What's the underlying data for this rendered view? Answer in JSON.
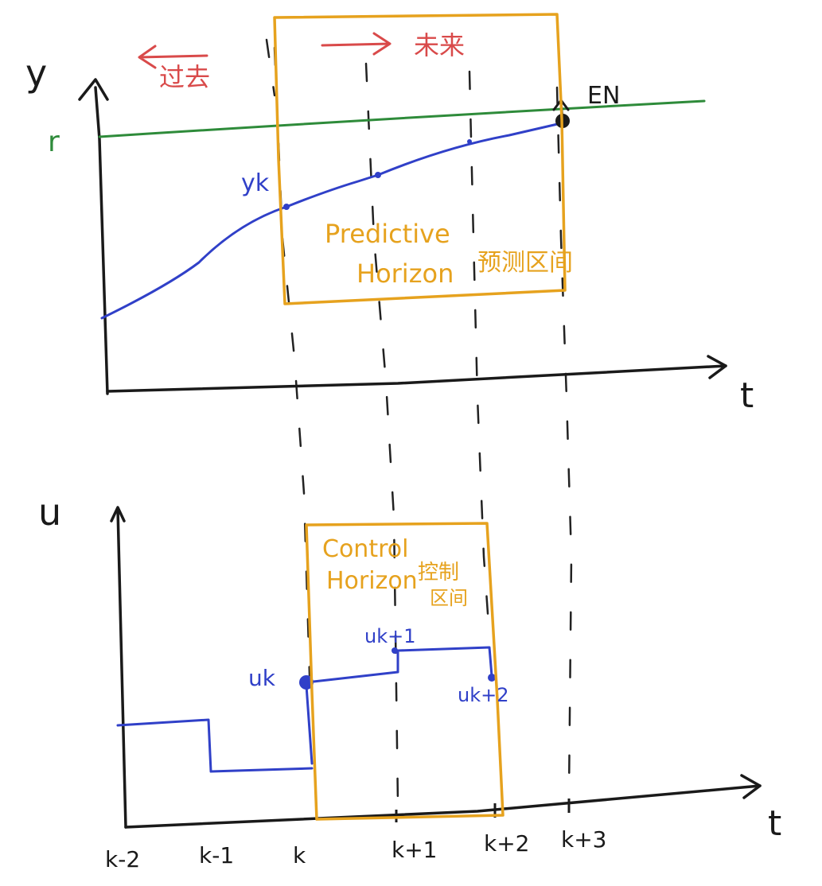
{
  "colors": {
    "ink": "#1a1a1a",
    "red": "#d94a4a",
    "green": "#2e8b3a",
    "blue": "#3040c8",
    "orange": "#e6a21e"
  },
  "top_plot": {
    "y_axis_label": "y",
    "x_axis_label": "t",
    "reference_label": "r",
    "past_label": "过去",
    "future_label": "未来",
    "current_output_label": "yk",
    "endpoint_label": "EN",
    "horizon_label_line1": "Predictive",
    "horizon_label_line2": "Horizon",
    "horizon_label_cn": "预测区间"
  },
  "bottom_plot": {
    "y_axis_label": "u",
    "x_axis_label": "t",
    "horizon_label_line1": "Control",
    "horizon_label_line2": "Horizon",
    "horizon_label_cn_line1": "控制",
    "horizon_label_cn_line2": "区间",
    "u_k_label": "uk",
    "u_k1_label": "uk+1",
    "u_k2_label": "uk+2",
    "ticks": [
      "k-2",
      "k-1",
      "k",
      "k+1",
      "k+2",
      "k+3"
    ]
  }
}
